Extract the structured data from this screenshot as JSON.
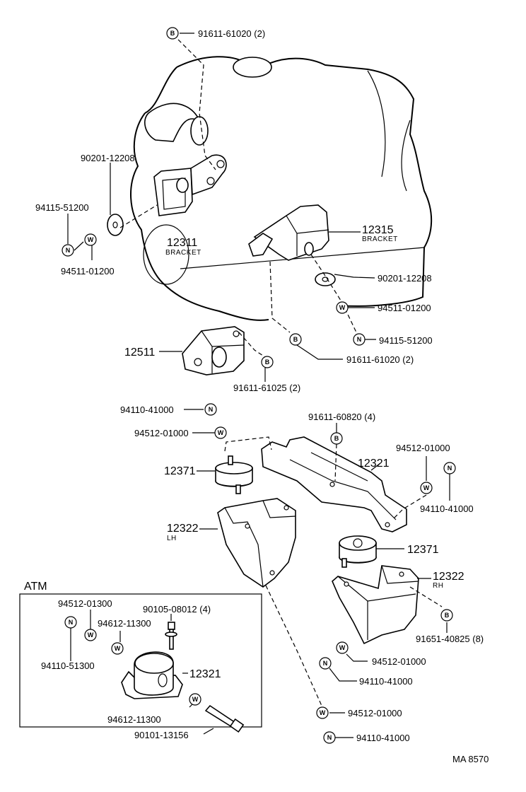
{
  "diagram": {
    "code": "MA 8570",
    "atm_title": "ATM",
    "bracket_word": "BRACKET",
    "lh": "LH",
    "rh": "RH"
  },
  "symbols": {
    "B": "B",
    "W": "W",
    "N": "N"
  },
  "labels": {
    "b_top": "91611-61020 (2)",
    "washer_left": "90201-12208",
    "nut_left": "94115-51200",
    "bracket_left_num": "12311",
    "spring_washer_left": "94511-01200",
    "bracket_right_num": "12315",
    "washer_right": "90201-12208",
    "spring_washer_right": "94511-01200",
    "nut_right": "94115-51200",
    "bolt_right": "91611-61020 (2)",
    "mount_12511": "12511",
    "bolt_12511": "91611-61025 (2)",
    "nut_mid": "94110-41000",
    "washer_mid": "94512-01000",
    "bolt_crossmember": "91611-60820 (4)",
    "insulator_left": "12371",
    "crossmember": "12321",
    "washer_cross": "94512-01000",
    "nut_cross": "94110-41000",
    "bracket_lh": "12322",
    "insulator_right": "12371",
    "bracket_rh": "12322",
    "bolt_rh": "91651-40825 (8)",
    "washer_rh": "94512-01000",
    "nut_rh": "94110-41000",
    "washer_bottom": "94512-01000",
    "nut_bottom": "94110-41000",
    "atm_washer1": "94512-01300",
    "atm_bolt": "90105-08012 (4)",
    "atm_washer2": "94612-11300",
    "atm_nut": "94110-51300",
    "atm_insulator": "12321",
    "atm_washer3": "94612-11300",
    "atm_bolt_long": "90101-13156"
  }
}
